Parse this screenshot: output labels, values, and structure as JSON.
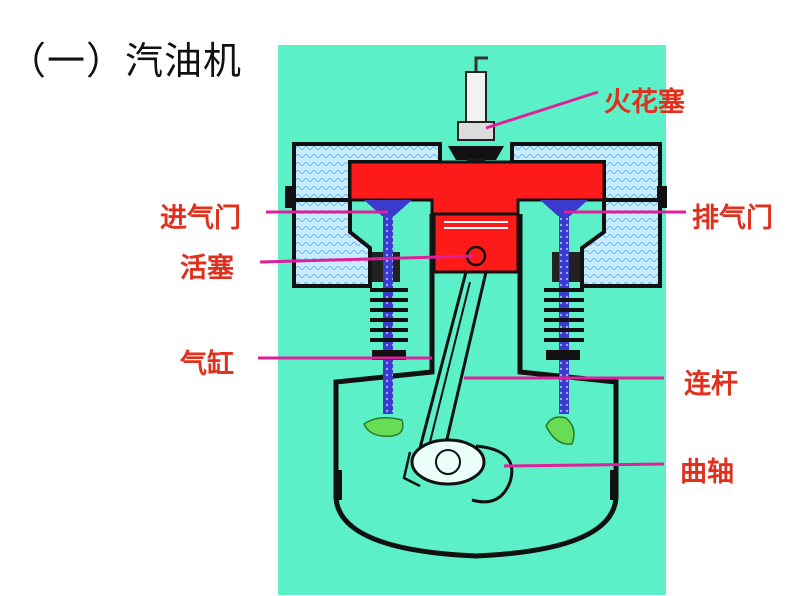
{
  "title": "（一）汽油机",
  "labels": {
    "spark_plug": "火花塞",
    "intake_valve": "进气门",
    "exhaust_valve": "排气门",
    "piston": "活塞",
    "cylinder": "气缸",
    "connecting_rod": "连杆",
    "crankshaft": "曲轴"
  },
  "colors": {
    "background_panel": "#5cf0c8",
    "cylinder_head": "#ff1a1a",
    "coolant": "#bfe6ff",
    "valve": "#3a3acd",
    "pointer_line": "#e0209a",
    "label_text": "#e0301e",
    "cam": "#66dd55"
  }
}
